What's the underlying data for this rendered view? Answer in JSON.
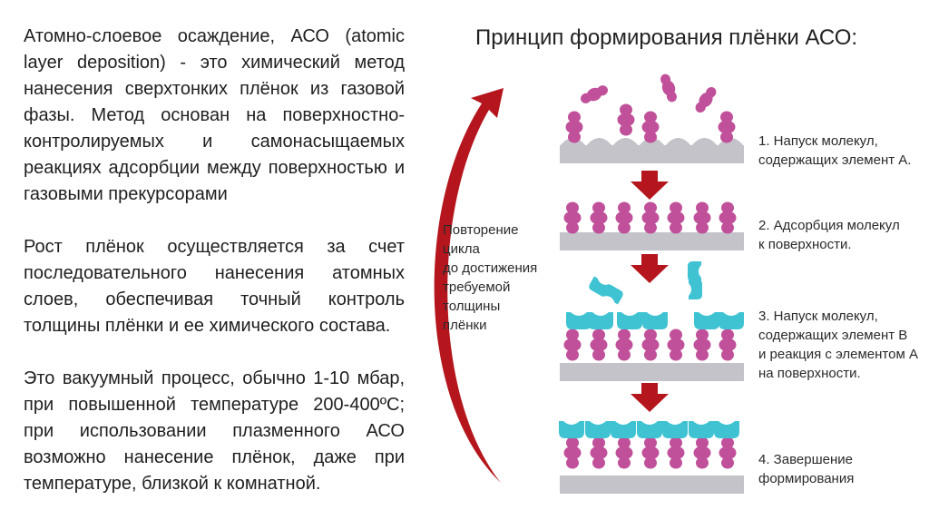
{
  "intro": {
    "paragraph1": "Атомно-слоевое осаждение, АСО (atomic layer deposition) - это химический метод нанесения сверхтонких плёнок из газовой фазы. Метод основан на поверхностно-контролируемых и самонасыщаемых реакциях адсорбции между поверхностью и газовыми прекурсорами",
    "paragraph2": "Рост плёнок осуществляется за счет последовательного нанесения атомных слоев, обеспечивая точный контроль толщины плёнки и ее химического состава.",
    "paragraph3": "Это вакуумный процесс, обычно 1-10 мбар, при повышенной температуре 200-400ºС; при использовании плазменного АСО возможно нанесение плёнок, даже при температуре, близкой к комнатной."
  },
  "diagram": {
    "title": "Принцип формирования плёнки АСО:",
    "repeat_label": [
      "Повторение",
      "цикла",
      "до достижения",
      "требуемой",
      "толщины",
      "плёнки"
    ],
    "steps": [
      {
        "lines": [
          "1. Напуск молекул,",
          "содержащих элемент А."
        ]
      },
      {
        "lines": [
          "2. Адсорбция молекул",
          "к поверхности."
        ]
      },
      {
        "lines": [
          "3. Напуск молекул,",
          "содержащих элемент В",
          "и реакция с элементом А",
          "на поверхности."
        ]
      },
      {
        "lines": [
          "4. Завершение",
          "формирования"
        ]
      }
    ],
    "colors": {
      "substrate": "#c3c3c9",
      "element_a": "#c0509a",
      "element_b": "#3fc3d2",
      "arrow": "#b5161d"
    }
  }
}
